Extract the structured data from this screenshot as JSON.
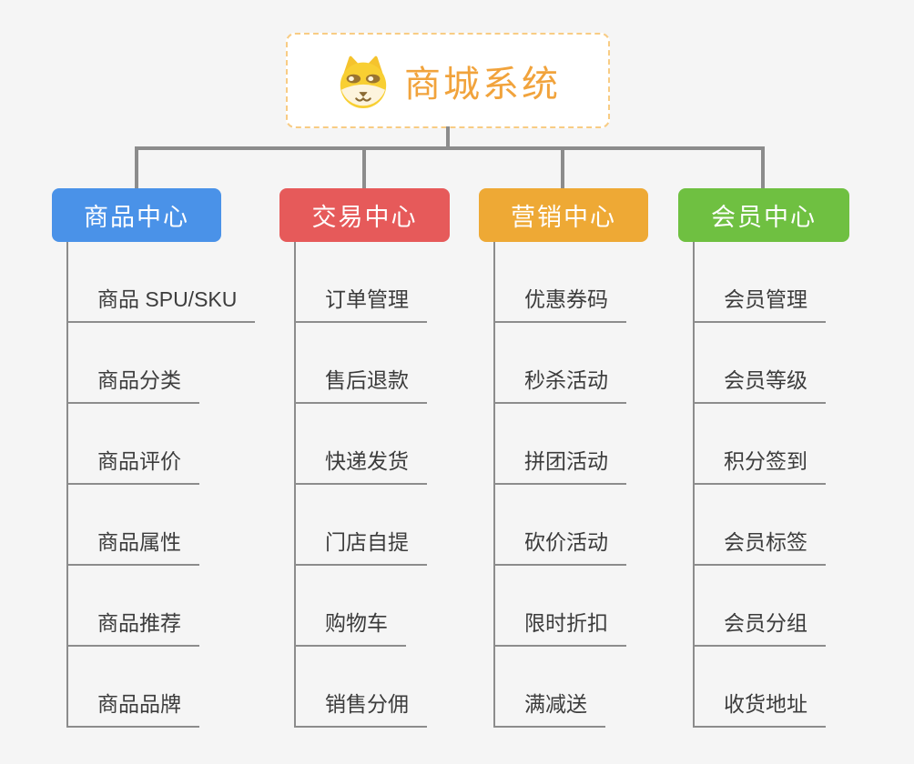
{
  "canvas": {
    "background": "#f5f5f5",
    "connector_color": "#8c8c8c"
  },
  "root": {
    "title": "商城系统",
    "title_color": "#f1a33c",
    "border_color": "#f8cc84",
    "icon": "dog-face-icon"
  },
  "branches": [
    {
      "label": "商品中心",
      "color": "#4a92e8",
      "children": [
        "商品 SPU/SKU",
        "商品分类",
        "商品评价",
        "商品属性",
        "商品推荐",
        "商品品牌"
      ]
    },
    {
      "label": "交易中心",
      "color": "#e65a5a",
      "children": [
        "订单管理",
        "售后退款",
        "快递发货",
        "门店自提",
        "购物车",
        "销售分佣"
      ]
    },
    {
      "label": "营销中心",
      "color": "#eea935",
      "children": [
        "优惠券码",
        "秒杀活动",
        "拼团活动",
        "砍价活动",
        "限时折扣",
        "满减送"
      ]
    },
    {
      "label": "会员中心",
      "color": "#6fc041",
      "children": [
        "会员管理",
        "会员等级",
        "积分签到",
        "会员标签",
        "会员分组",
        "收货地址"
      ]
    }
  ]
}
